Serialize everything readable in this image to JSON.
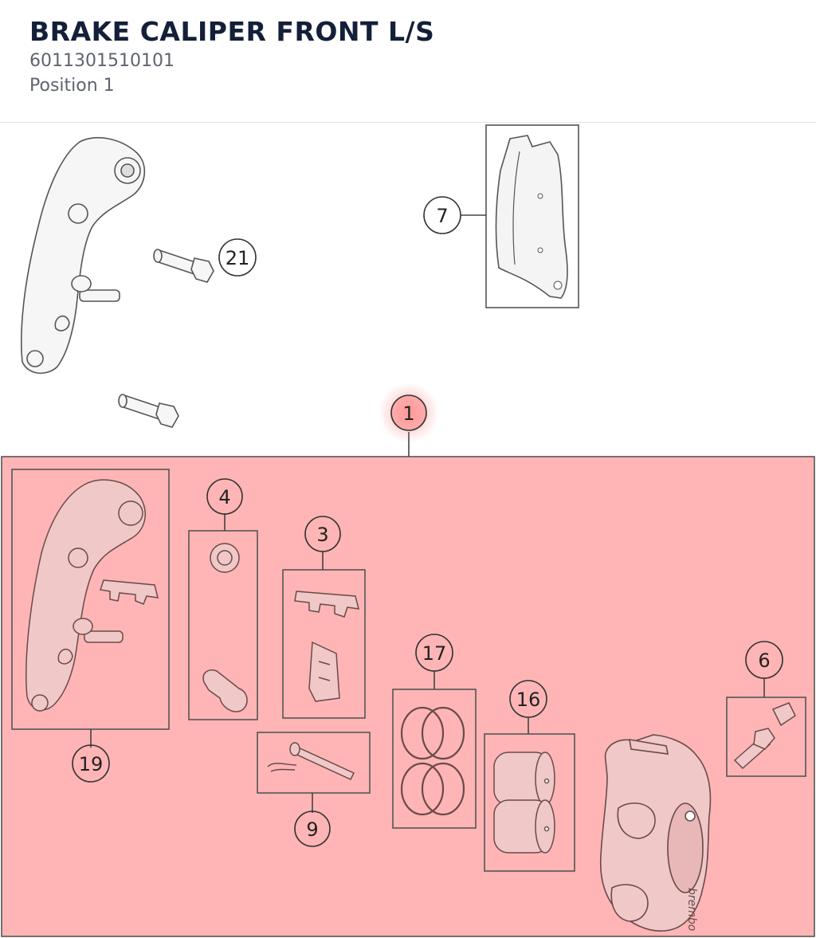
{
  "header": {
    "title": "BRAKE CALIPER FRONT L/S",
    "part_number": "6011301510101",
    "position": "Position 1"
  },
  "diagram": {
    "highlight_color": "#ff9c9c",
    "selected_callout": "1",
    "callouts": [
      "1",
      "3",
      "4",
      "6",
      "7",
      "9",
      "16",
      "17",
      "19",
      "21"
    ],
    "logo_text": "brembo"
  }
}
